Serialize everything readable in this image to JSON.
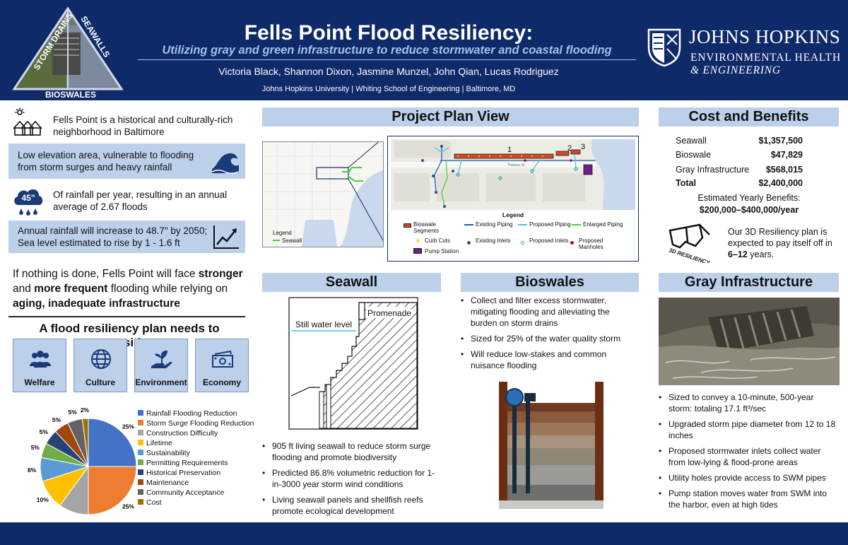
{
  "header": {
    "title": "Fells Point Flood Resiliency:",
    "subtitle": "Utilizing gray and green infrastructure to reduce stormwater and coastal flooding",
    "authors": "Victoria Black, Shannon Dixon, Jasmine Munzel, John Qian, Lucas Rodriguez",
    "affiliation": "Johns Hopkins University | Whiting School of Engineering | Baltimore, MD",
    "logo": {
      "left": "STORM DRAINS",
      "right": "SEAWALLS",
      "bottom": "BIOSWALES"
    },
    "jhu": {
      "name": "JOHNS HOPKINS",
      "line1": "ENVIRONMENTAL HEALTH",
      "line2": "& ENGINEERING"
    }
  },
  "intro": {
    "fact1": "Fells Point is a historical and culturally-rich neighborhood in Baltimore",
    "fact2": "Low elevation area, vulnerable to flooding from storm surges and heavy rainfall",
    "rain_badge": "45\"",
    "fact3": "Of rainfall per year, resulting in an annual average of 2.67 floods",
    "fact4": "Annual rainfall will increase to 48.7\" by 2050; Sea level estimated to rise by 1 - 1.6 ft",
    "warning_1": "If nothing is done, Fells Point will face ",
    "warning_2": "stronger",
    "warning_3": " and ",
    "warning_4": "more frequent",
    "warning_5": " flooding while relying on ",
    "warning_6": "aging, inadequate infrastructure",
    "consider_title": "A flood resiliency plan needs to consider:",
    "considerations": [
      "Welfare",
      "Culture",
      "Environment",
      "Economy"
    ]
  },
  "chart_data": {
    "type": "pie",
    "categories": [
      "Rainfall Flooding Reduction",
      "Storm Surge Flooding Reduction",
      "Construction Difficulty",
      "Lifetime",
      "Sustainability",
      "Permitting Requirements",
      "Historical Preservation",
      "Maintenance",
      "Community Acceptance",
      "Cost"
    ],
    "values": [
      25,
      25,
      10,
      10,
      8,
      5,
      5,
      5,
      5,
      2
    ],
    "labels": [
      "25%",
      "25%",
      "10%",
      "10%",
      "8%",
      "5%",
      "5%",
      "5%",
      "5%",
      "2%"
    ],
    "colors": [
      "#4472c4",
      "#ed7d31",
      "#a5a5a5",
      "#ffc000",
      "#5b9bd5",
      "#70ad47",
      "#264478",
      "#9e480e",
      "#636363",
      "#997300"
    ],
    "legend_position": "right"
  },
  "plan": {
    "heading": "Project Plan View",
    "map_legend_title": "Legend",
    "map_legend_item": "Seawall",
    "street_label": "Thames St",
    "segment_labels": [
      "1",
      "2",
      "3"
    ],
    "legend_title": "Legend",
    "legend": [
      "Bioswale Segments",
      "Existing Piping",
      "Proposed Piping",
      "Enlarged Piping",
      "Curb Cuts",
      "Existing Inlets",
      "Proposed Inlets",
      "Proposed Manholes",
      "Pump Station"
    ],
    "legend_colors": [
      "#d04a1f",
      "#1f5fbf",
      "#4fc3e8",
      "#3fd33f",
      "#f2e64a",
      "#2c4f8c",
      "#3a9fb0",
      "#8b1b1b",
      "#6a1f8c"
    ]
  },
  "seawall": {
    "heading": "Seawall",
    "still_water": "Still water level",
    "promenade": "Promenade",
    "bullets": [
      "905 ft living seawall to reduce storm surge flooding and promote biodiversity",
      "Predicted 86.8% volumetric reduction for 1-in-3000 year storm wind conditions",
      "Living seawall panels and shellfish reefs promote ecological development"
    ]
  },
  "bioswales": {
    "heading": "Bioswales",
    "bullets": [
      "Collect and filter excess stormwater, mitigating flooding and alleviating the burden on storm drains",
      "Sized for 25% of the water quality storm",
      "Will reduce low-stakes and common nuisance flooding"
    ]
  },
  "cost": {
    "heading": "Cost and Benefits",
    "rows": [
      {
        "label": "Seawall",
        "value": "$1,357,500"
      },
      {
        "label": "Bioswale",
        "value": "$47,829"
      },
      {
        "label": "Gray Infrastructure",
        "value": "$568,015"
      },
      {
        "label": "Total",
        "value": "$2,400,000"
      }
    ],
    "benefits_label": "Estimated Yearly Benefits:",
    "benefits_value": "$200,000–$400,000/year",
    "glasses_text": "3D RESILIENCY",
    "payback_1": "Our 3D Resiliency plan is expected to pay itself off in ",
    "payback_2": "6–12",
    "payback_3": " years."
  },
  "gray": {
    "heading": "Gray Infrastructure",
    "bullets": [
      "Sized to convey a 10-minute, 500-year storm: totaling 17.1 ft³/sec",
      "Upgraded storm pipe diameter from 12 to 18 inches",
      "Proposed stormwater inlets collect water from low-lying & flood-prone areas",
      "Utility holes provide access to SWM pipes",
      "Pump station moves water from SWM into the harbor, even at high tides"
    ]
  }
}
